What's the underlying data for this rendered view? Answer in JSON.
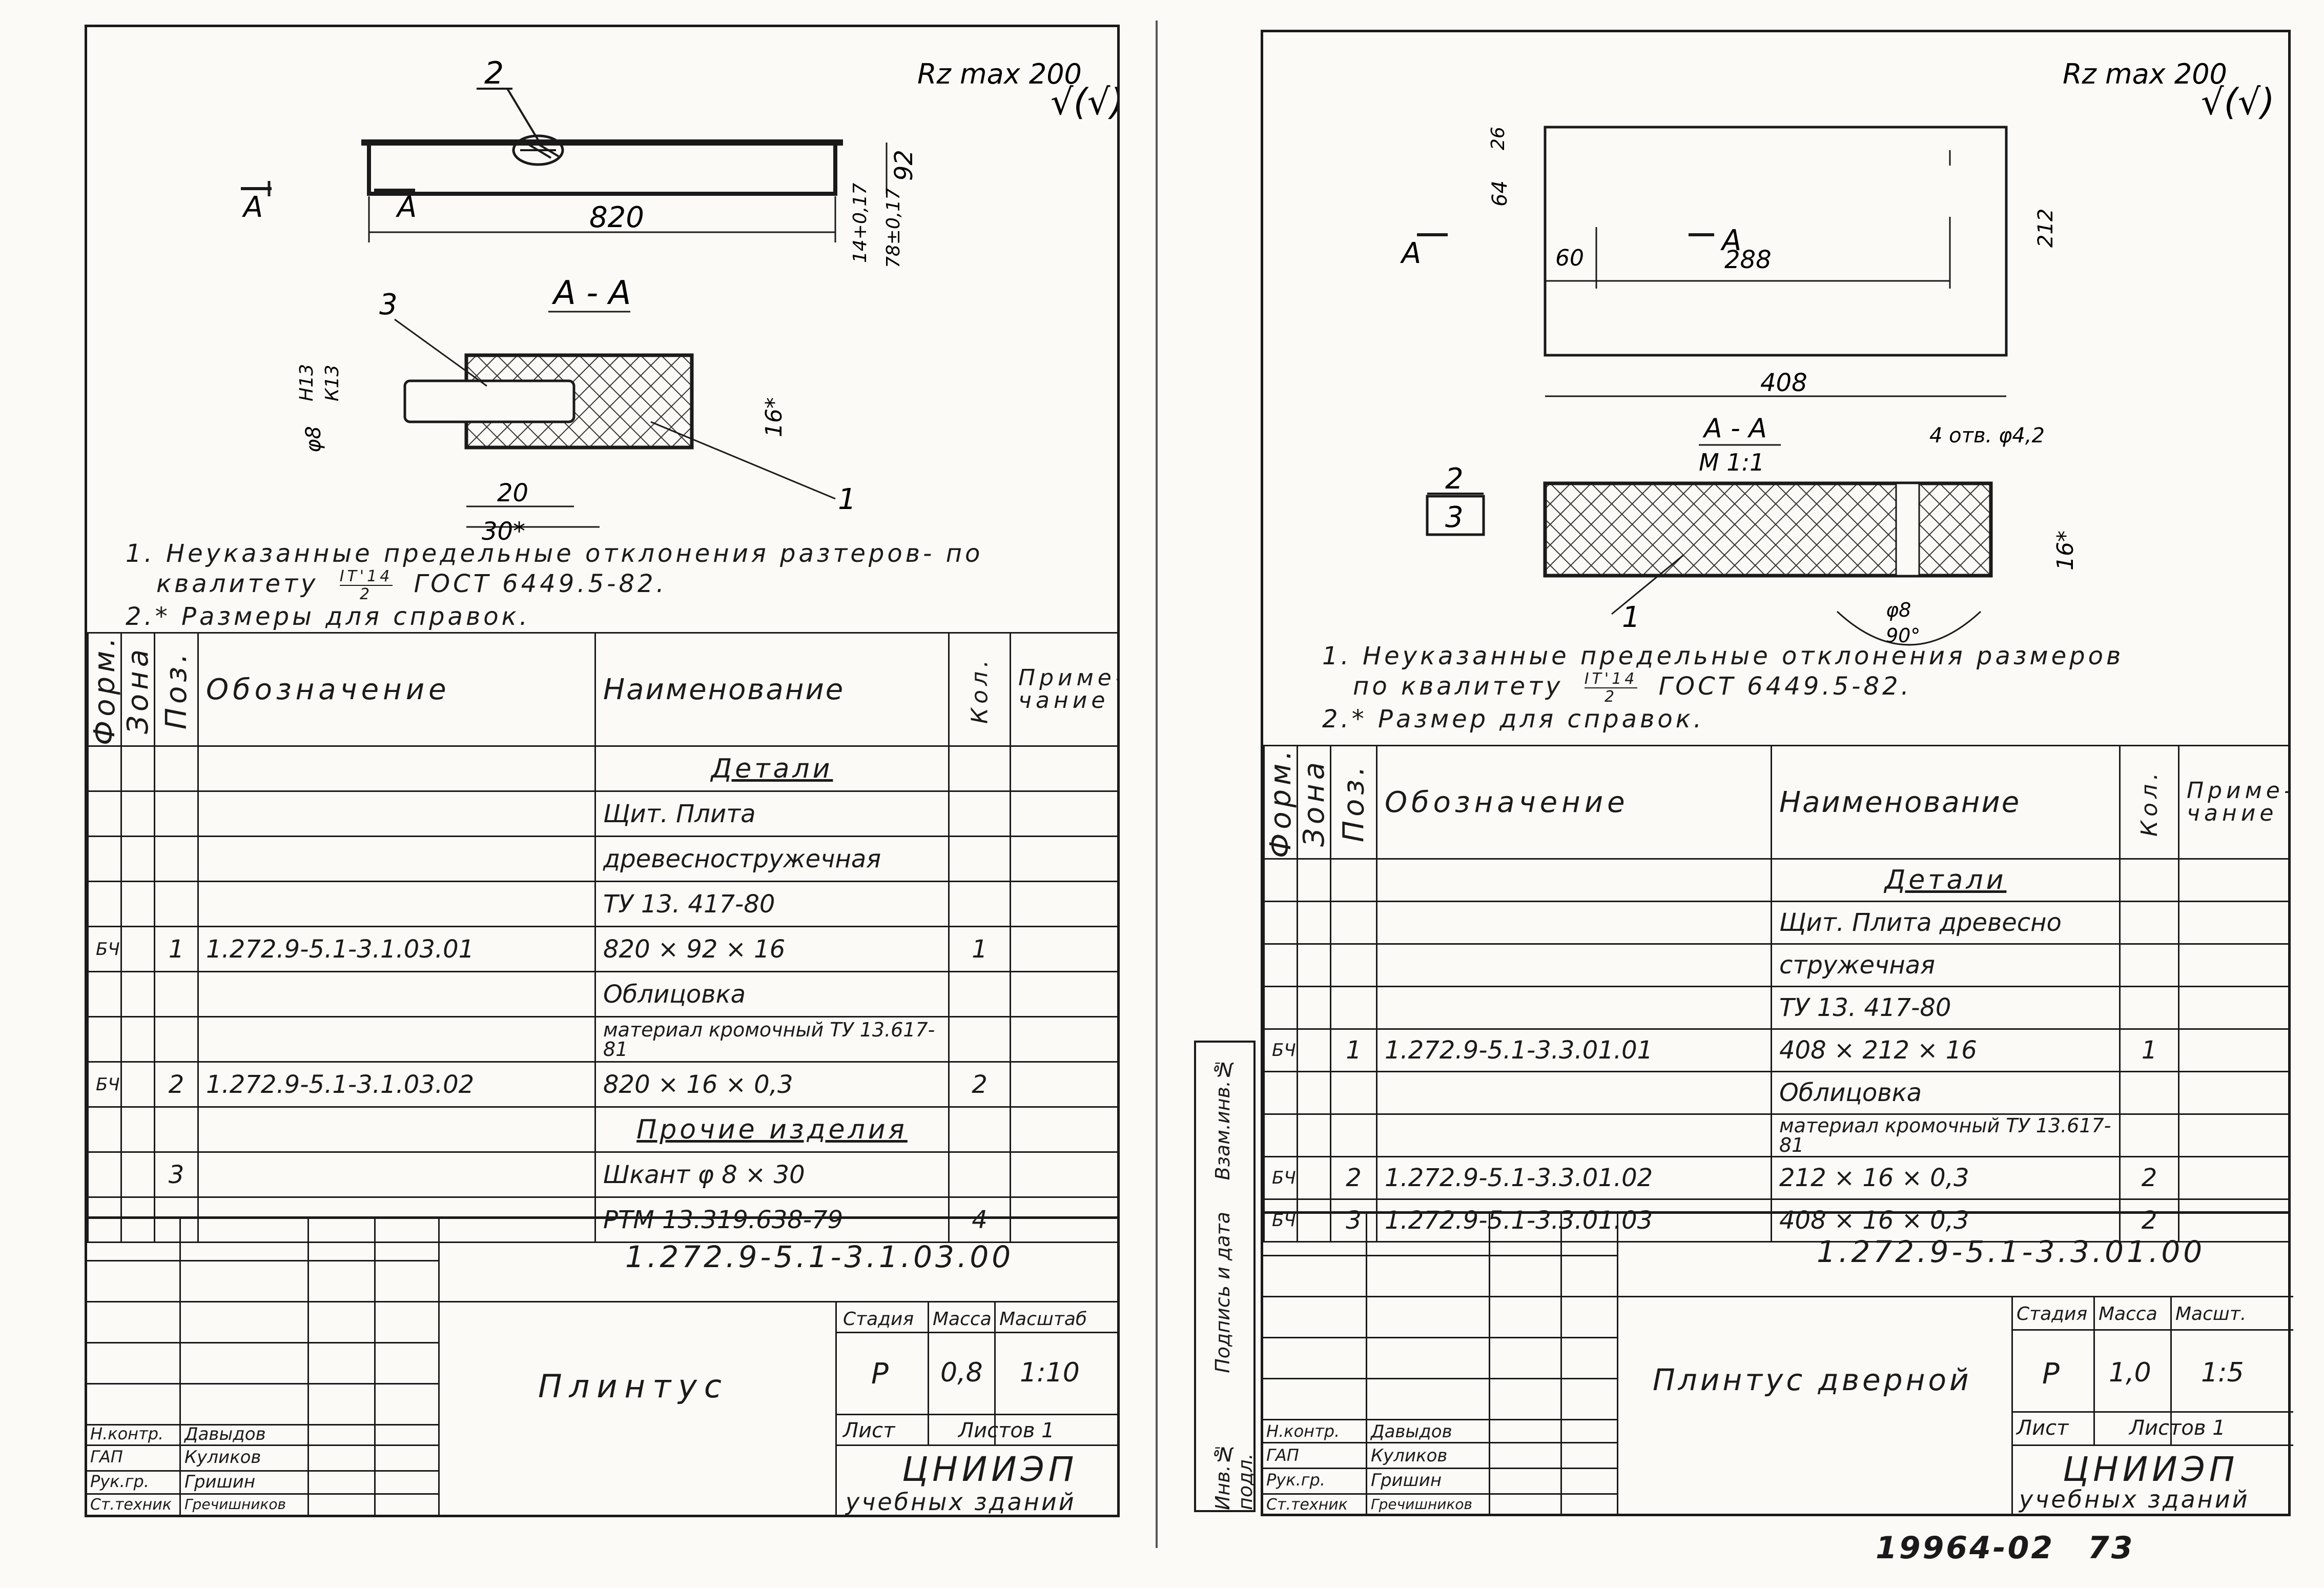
{
  "sheet1": {
    "roughness": "Rz max 200",
    "roughness_symbol": "√(√)",
    "pos_labels": [
      "2",
      "3",
      "1"
    ],
    "dim_length": "820",
    "dim_height": "92",
    "dim_small1": "14+0,17",
    "dim_small2": "78±0,17",
    "section_mark": "А",
    "section_title": "А - А",
    "dim_h13": "Н13",
    "dim_k13": "К13",
    "dim_phi": "φ8",
    "dim_20": "20",
    "dim_30": "30*",
    "dim_16": "16*",
    "note1": "1. Неуказанные предельные отклонения разтеров- по",
    "note1b": "квалитету",
    "note1_frac_top": "IT'14",
    "note1_frac_bot": "2",
    "note1_std": "ГОСТ 6449.5-82.",
    "note2": "2.* Размеры для справок.",
    "headers": {
      "format": "Форм.",
      "zone": "Зона",
      "pos": "Поз.",
      "designation": "Обозначение",
      "name": "Наименование",
      "qty": "Кол.",
      "note": "Приме-чание"
    },
    "rows": [
      {
        "format": "",
        "pos": "",
        "designation": "",
        "name": "Детали",
        "qty": "",
        "section": true
      },
      {
        "format": "",
        "pos": "",
        "designation": "",
        "name": "Щит. Плита",
        "qty": ""
      },
      {
        "format": "",
        "pos": "",
        "designation": "",
        "name": "древесностружечная",
        "qty": ""
      },
      {
        "format": "",
        "pos": "",
        "designation": "",
        "name": "ТУ 13. 417-80",
        "qty": ""
      },
      {
        "format": "БЧ",
        "pos": "1",
        "designation": "1.272.9-5.1-3.1.03.01",
        "name": "820 × 92 × 16",
        "qty": "1"
      },
      {
        "format": "",
        "pos": "",
        "designation": "",
        "name": "Облицовка",
        "qty": ""
      },
      {
        "format": "",
        "pos": "",
        "designation": "",
        "name": "материал кромочный ТУ 13.617-81",
        "qty": "",
        "small": true
      },
      {
        "format": "БЧ",
        "pos": "2",
        "designation": "1.272.9-5.1-3.1.03.02",
        "name": "820 × 16 × 0,3",
        "qty": "2"
      },
      {
        "format": "",
        "pos": "",
        "designation": "",
        "name": "Прочие изделия",
        "qty": "",
        "section": true
      },
      {
        "format": "",
        "pos": "3",
        "designation": "",
        "name": "Шкант φ 8 × 30",
        "qty": ""
      },
      {
        "format": "",
        "pos": "",
        "designation": "",
        "name": "РТМ 13.319.638-79",
        "qty": "4"
      }
    ],
    "title_block": {
      "code": "1.272.9-5.1-3.1.03.00",
      "title": "Плинтус",
      "stage_label": "Стадия",
      "mass_label": "Масса",
      "scale_label": "Масштаб",
      "stage": "Р",
      "mass": "0,8",
      "scale": "1:10",
      "sheet_label": "Лист",
      "sheets_label": "Листов 1",
      "org1": "ЦНИИЭП",
      "org2": "учебных зданий",
      "roles": [
        "Н.контр.",
        "ГАП",
        "Рук.гр.",
        "Ст.техник"
      ],
      "names": [
        "Давыдов",
        "Куликов",
        "Гришин",
        "Гречишников"
      ]
    }
  },
  "sheet2": {
    "roughness": "Rz max 200",
    "roughness_symbol": "√(√)",
    "dim_26": "26",
    "dim_64": "64",
    "dim_60": "60",
    "dim_288": "288",
    "dim_212": "212",
    "dim_408": "408",
    "section_mark": "А",
    "section_title": "А - А",
    "section_scale": "М 1:1",
    "hole_label": "4 отв. φ4,2",
    "dim_16": "16*",
    "dim_phi8": "φ8",
    "dim_90": "90°",
    "pos_top": "2",
    "pos_bot": "3",
    "pos_1": "1",
    "note1": "1. Неуказанные предельные отклонения размеров",
    "note1b": "по квалитету",
    "note1_frac_top": "IT'14",
    "note1_frac_bot": "2",
    "note1_std": "ГОСТ 6449.5-82.",
    "note2": "2.* Размер для справок.",
    "headers": {
      "format": "Форм.",
      "zone": "Зона",
      "pos": "Поз.",
      "designation": "Обозначение",
      "name": "Наименование",
      "qty": "Кол.",
      "note": "Приме-чание"
    },
    "rows": [
      {
        "format": "",
        "pos": "",
        "designation": "",
        "name": "Детали",
        "qty": "",
        "section": true
      },
      {
        "format": "",
        "pos": "",
        "designation": "",
        "name": "Щит. Плита древесно",
        "qty": ""
      },
      {
        "format": "",
        "pos": "",
        "designation": "",
        "name": "стружечная",
        "qty": ""
      },
      {
        "format": "",
        "pos": "",
        "designation": "",
        "name": "ТУ 13. 417-80",
        "qty": ""
      },
      {
        "format": "БЧ",
        "pos": "1",
        "designation": "1.272.9-5.1-3.3.01.01",
        "name": "408 × 212 × 16",
        "qty": "1"
      },
      {
        "format": "",
        "pos": "",
        "designation": "",
        "name": "Облицовка",
        "qty": ""
      },
      {
        "format": "",
        "pos": "",
        "designation": "",
        "name": "материал кромочный ТУ 13.617-81",
        "qty": "",
        "small": true
      },
      {
        "format": "БЧ",
        "pos": "2",
        "designation": "1.272.9-5.1-3.3.01.02",
        "name": "212 × 16 × 0,3",
        "qty": "2"
      },
      {
        "format": "БЧ",
        "pos": "3",
        "designation": "1.272.9-5.1-3.3.01.03",
        "name": "408 × 16 × 0,3",
        "qty": "2"
      }
    ],
    "title_block": {
      "code": "1.272.9-5.1-3.3.01.00",
      "title": "Плинтус дверной",
      "stage_label": "Стадия",
      "mass_label": "Масса",
      "scale_label": "Масшт.",
      "stage": "Р",
      "mass": "1,0",
      "scale": "1:5",
      "sheet_label": "Лист",
      "sheets_label": "Листов 1",
      "org1": "ЦНИИЭП",
      "org2": "учебных зданий",
      "roles": [
        "Н.контр.",
        "ГАП",
        "Рук.гр.",
        "Ст.техник"
      ],
      "names": [
        "Давыдов",
        "Куликов",
        "Гришин",
        "Гречишников"
      ]
    },
    "side_labels": [
      "Инв.№ подл.",
      "Подпись и дата",
      "Взам.инв.№"
    ]
  },
  "footer": {
    "album": "19964-02",
    "page": "73"
  }
}
